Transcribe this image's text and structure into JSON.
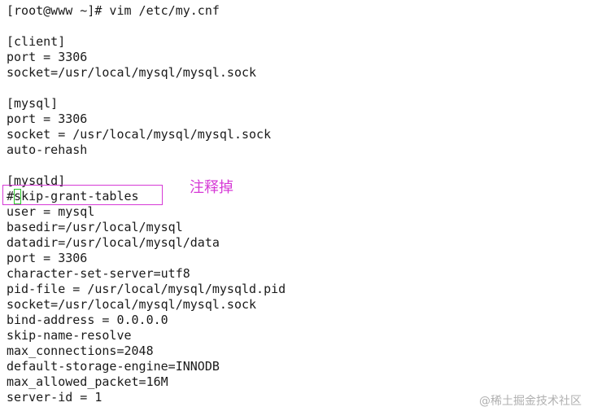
{
  "terminal": {
    "prompt_line": "[root@www ~]# vim /etc/my.cnf",
    "lines": [
      "",
      "[client]",
      "port = 3306",
      "socket=/usr/local/mysql/mysql.sock",
      "",
      "[mysql]",
      "port = 3306",
      "socket = /usr/local/mysql/mysql.sock",
      "auto-rehash",
      "",
      "[mysqld]",
      "",
      "user = mysql",
      "basedir=/usr/local/mysql",
      "datadir=/usr/local/mysql/data",
      "port = 3306",
      "character-set-server=utf8",
      "pid-file = /usr/local/mysql/mysqld.pid",
      "socket=/usr/local/mysql/mysql.sock",
      "bind-address = 0.0.0.0",
      "skip-name-resolve",
      "max_connections=2048",
      "default-storage-engine=INNODB",
      "max_allowed_packet=16M",
      "server-id = 1"
    ],
    "cursor_line": {
      "before": "#",
      "cursor_char": "s",
      "after": "kip-grant-tables"
    }
  },
  "annotation": {
    "text": "注释掉",
    "color": "#d63ad6"
  },
  "watermark": {
    "text": "@稀土掘金技术社区"
  },
  "colors": {
    "cursor_outline": "#2bc52b",
    "highlight_box": "#d63ad6",
    "text": "#1a1a1a",
    "background": "#ffffff"
  }
}
